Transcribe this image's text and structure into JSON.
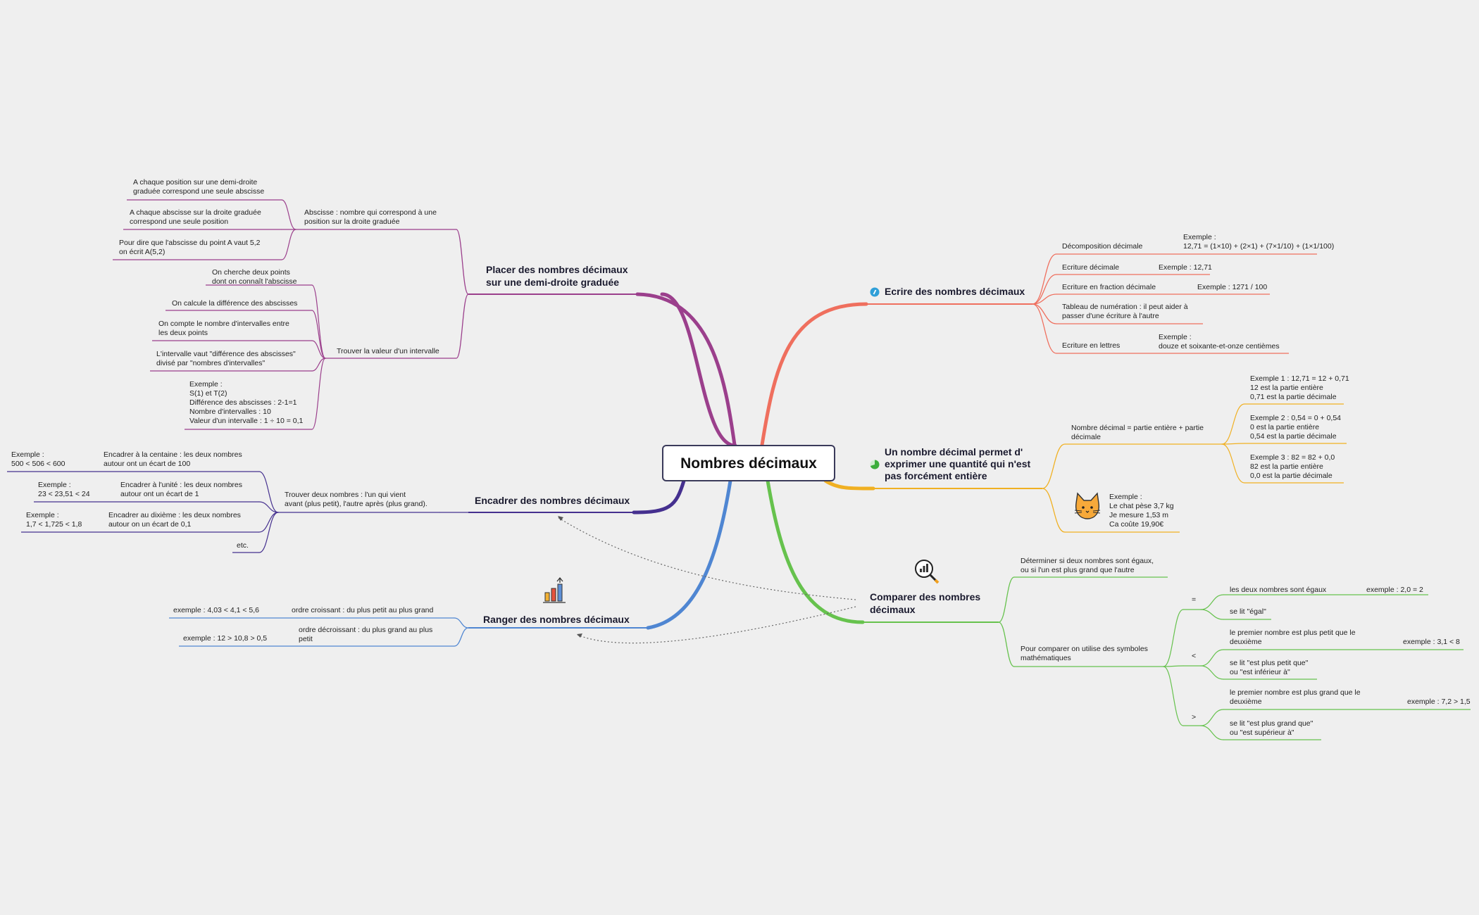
{
  "center": {
    "title": "Nombres décimaux"
  },
  "colors": {
    "purple": "#9b3f8c",
    "indigo": "#45308f",
    "blue": "#4f86d2",
    "salmon": "#ef6f5e",
    "yellow": "#f0b022",
    "green": "#66c24d"
  },
  "branches": {
    "placer": {
      "title": [
        "Placer des nombres décimaux",
        "sur une demi-droite graduée"
      ],
      "abscisse": [
        "Abscisse : nombre qui correspond à une",
        "position sur la droite graduée"
      ],
      "abscisse_items": [
        [
          "A chaque position sur une demi-droite",
          "graduée correspond une seule abscisse"
        ],
        [
          "A chaque abscisse sur la droite graduée",
          "correspond une seule position"
        ],
        [
          "Pour dire que l'abscisse du point A vaut 5,2",
          "on écrit A(5,2)"
        ]
      ],
      "intervalle": [
        "Trouver la valeur d'un intervalle"
      ],
      "intervalle_items": [
        [
          "On cherche deux points",
          "dont on connaît l'abscisse"
        ],
        [
          "On calcule la différence des abscisses"
        ],
        [
          "On compte le nombre d'intervalles entre",
          "les deux points"
        ],
        [
          "L'intervalle vaut \"différence des abscisses\"",
          "divisé par \"nombres d'intervalles\""
        ],
        [
          "Exemple :",
          "S(1) et T(2)",
          "Différence des abscisses : 2-1=1",
          "Nombre d'intervalles : 10",
          "Valeur d'un intervalle : 1 ÷ 10 = 0,1"
        ]
      ]
    },
    "encadrer": {
      "title": [
        "Encadrer des nombres décimaux"
      ],
      "sub": [
        "Trouver deux nombres : l'un qui vient",
        "avant (plus petit), l'autre après (plus grand)."
      ],
      "items": [
        [
          "Encadrer à la centaine : les deux nombres",
          "autour ont un écart de 100"
        ],
        [
          "Encadrer à l'unité : les deux nombres",
          "autour ont un écart de 1"
        ],
        [
          "Encadrer au dixième : les deux nombres",
          "autour on un écart de 0,1"
        ],
        [
          "etc."
        ]
      ],
      "examples": [
        [
          "Exemple :",
          "500 < 506 < 600"
        ],
        [
          "Exemple :",
          "23 < 23,51 < 24"
        ],
        [
          "Exemple :",
          "1,7 < 1,725 < 1,8"
        ]
      ]
    },
    "ranger": {
      "title": [
        "Ranger des nombres décimaux"
      ],
      "items": [
        [
          "ordre croissant : du plus petit au plus grand"
        ],
        [
          "ordre décroissant : du plus grand au plus",
          "petit"
        ]
      ],
      "examples": [
        [
          "exemple : 4,03 < 4,1 < 5,6"
        ],
        [
          "exemple : 12 > 10,8 > 0,5"
        ]
      ],
      "icon": "bar-chart-arrow-icon"
    },
    "ecrire": {
      "title": [
        "Ecrire des nombres décimaux"
      ],
      "icon": "info-icon",
      "items": [
        [
          "Décomposition décimale"
        ],
        [
          "Ecriture décimale"
        ],
        [
          "Ecriture en fraction décimale"
        ],
        [
          "Tableau de numération : il peut aider à",
          "passer d'une écriture à l'autre"
        ],
        [
          "Ecriture en lettres"
        ]
      ],
      "examples": [
        [
          "Exemple :",
          "12,71 = (1×10) + (2×1) + (7×1/10) + (1×1/100)"
        ],
        [
          "Exemple : 12,71"
        ],
        [
          "Exemple : 1271 / 100"
        ],
        [
          "Exemple :",
          "douze et soixante-et-onze centièmes"
        ]
      ]
    },
    "nombre": {
      "title": [
        "Un nombre décimal permet d'",
        "exprimer une quantité qui n'est",
        "pas forcément entière"
      ],
      "icon": "pie-progress-icon",
      "sub": [
        "Nombre décimal = partie entière + partie",
        "décimale"
      ],
      "examples": [
        [
          "Exemple 1 : 12,71 = 12 + 0,71",
          "12 est la partie entière",
          "0,71 est la partie décimale"
        ],
        [
          "Exemple 2 : 0,54 = 0 + 0,54",
          "0 est la partie entière",
          "0,54 est la partie décimale"
        ],
        [
          "Exemple 3 : 82 = 82 + 0,0",
          "82 est la partie entière",
          "0,0 est la partie décimale"
        ]
      ],
      "cat": [
        "Exemple :",
        "Le chat pèse 3,7 kg",
        "Je mesure 1,53 m",
        "Ca coûte 19,90€"
      ],
      "cat_icon": "cat-icon"
    },
    "comparer": {
      "title": [
        "Comparer des nombres",
        "décimaux"
      ],
      "icon": "magnifier-chart-icon",
      "sub1": [
        "Déterminer si deux nombres sont égaux,",
        "ou si l'un est plus grand que l'autre"
      ],
      "sub2": [
        "Pour comparer on utilise des symboles",
        "mathématiques"
      ],
      "symbols": [
        "=",
        "<",
        ">"
      ],
      "eq": {
        "a": [
          "les deux nombres sont égaux"
        ],
        "ex": [
          "exemple : 2,0 = 2"
        ],
        "b": [
          "se lit \"égal\""
        ]
      },
      "lt": {
        "a": [
          "le premier nombre est plus petit que le",
          "deuxième"
        ],
        "ex": [
          "exemple : 3,1 < 8"
        ],
        "b": [
          "se lit \"est plus petit que\"",
          "ou \"est inférieur à\""
        ]
      },
      "gt": {
        "a": [
          "le premier nombre est plus grand que le",
          "deuxième"
        ],
        "ex": [
          "exemple : 7,2 > 1,5"
        ],
        "b": [
          "se lit \"est plus grand que\"",
          "ou \"est supérieur à\""
        ]
      }
    }
  }
}
